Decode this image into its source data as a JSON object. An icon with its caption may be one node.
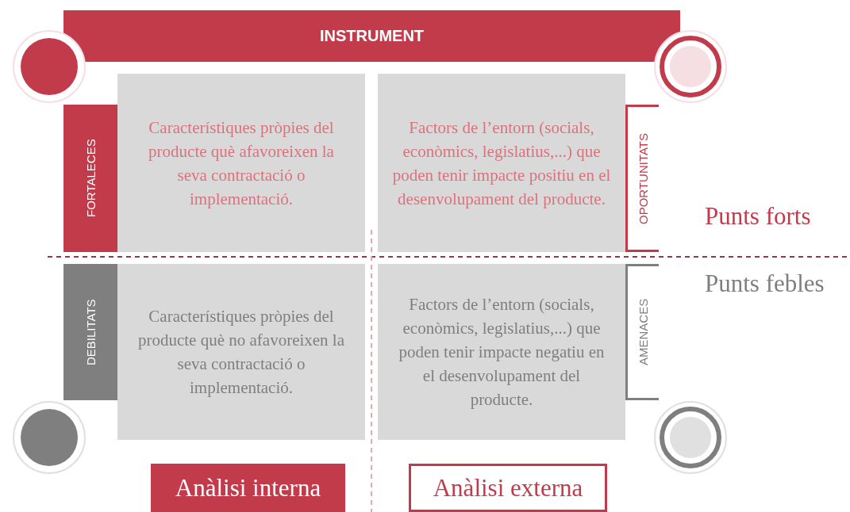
{
  "diagram": {
    "nodes": [
      {
        "text": [
          "INSTRUMENT"
        ]
      },
      {
        "text": [
          "FORTALECES"
        ]
      },
      {
        "text": [
          "Característiques pròpies del producte què afavoreixen la seva contractació o implementació."
        ]
      },
      {
        "text": [
          "Factors de l’entorn (socials, econòmics, legislatius,...) que poden tenir impacte positiu en el desenvolupament del producte."
        ]
      },
      {
        "text": [
          "OPORTUNITATS"
        ]
      },
      {
        "text": [
          "DEBILITATS"
        ]
      },
      {
        "text": [
          "Característiques pròpies del producte què no afavoreixen la seva contractació o implementació."
        ]
      },
      {
        "text": [
          "Factors de l’entorn (socials, econòmics, legislatius,...) que poden tenir impacte negatiu en el desenvolupament del producte."
        ]
      },
      {
        "text": [
          "AMENACES"
        ]
      },
      {
        "text": [
          "Anàlisi interna"
        ]
      },
      {
        "text": [
          "Anàlisi externa"
        ]
      }
    ],
    "edges": [],
    "labels": [
      "Punts forts",
      "Punts febles"
    ]
  }
}
